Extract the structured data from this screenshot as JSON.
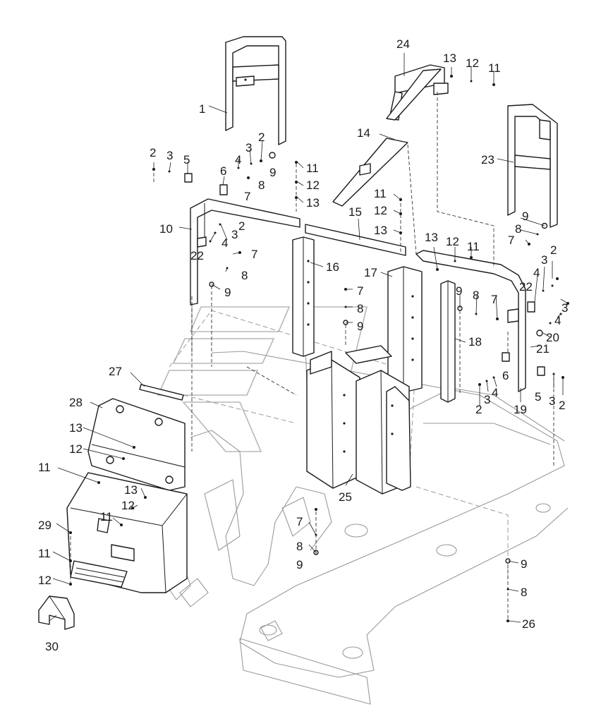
{
  "figure": {
    "type": "exploded-parts-diagram",
    "line_color": "#1a1a1a",
    "ghost_color": "#9a9a9a",
    "background": "#ffffff",
    "callouts": {
      "c1": "1",
      "c2": "2",
      "c3": "3",
      "c4": "4",
      "c5": "5",
      "c6": "6",
      "c7": "7",
      "c8": "8",
      "c9": "9",
      "c10": "10",
      "c11": "11",
      "c12": "12",
      "c13": "13",
      "c14": "14",
      "c15": "15",
      "c16": "16",
      "c17": "17",
      "c18": "18",
      "c19": "19",
      "c20": "20",
      "c21": "21",
      "c22": "22",
      "c23": "23",
      "c24": "24",
      "c25": "25",
      "c26": "26",
      "c27": "27",
      "c28": "28",
      "c29": "29",
      "c30": "30"
    }
  }
}
